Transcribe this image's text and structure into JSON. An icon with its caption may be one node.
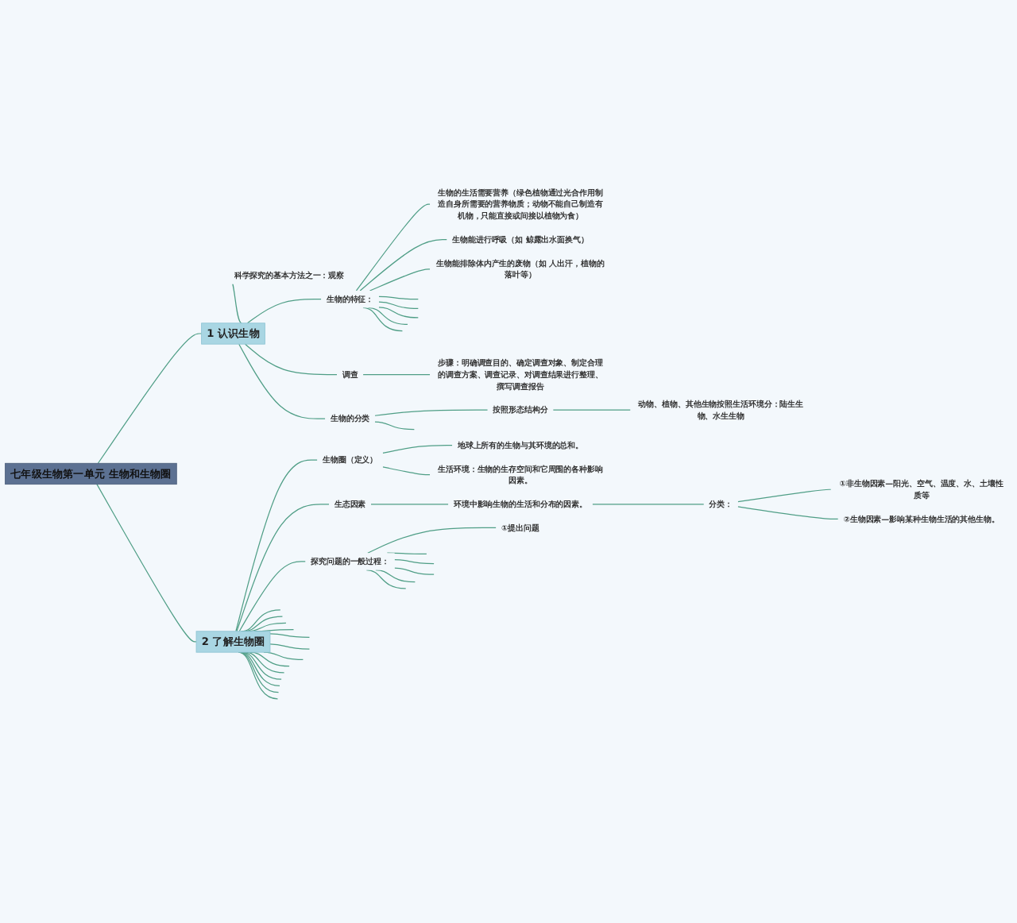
{
  "diagram": {
    "nodes": [
      {
        "text": [
          "七年级生物第一单元 生物和生物圈"
        ]
      },
      {
        "text": [
          "1 认识生物"
        ]
      },
      {
        "text": [
          "科学探究的基本方法之一：观察"
        ]
      },
      {
        "text": [
          "生物的特征："
        ]
      },
      {
        "text": [
          "生物的生活需要营养（绿色植物通过光合作用制造自身所需要的营养物质；动物不能自己制造有机物，只能直接或间接以植物为食）"
        ]
      },
      {
        "text": [
          "生物能进行呼吸（如 鲸露出水面换气）"
        ]
      },
      {
        "text": [
          "生物能排除体内产生的废物（如 人出汗，植物的落叶等）"
        ]
      },
      {
        "text": [
          "调查"
        ]
      },
      {
        "text": [
          "步骤：明确调查目的、确定调查对象、制定合理的调查方案、调查记录、对调查结果进行整理、撰写调查报告"
        ]
      },
      {
        "text": [
          "生物的分类"
        ]
      },
      {
        "text": [
          "按照形态结构分"
        ]
      },
      {
        "text": [
          "动物、植物、其他生物按照生活环境分：陆生生物、水生生物"
        ]
      },
      {
        "text": [
          "2 了解生物圈"
        ]
      },
      {
        "text": [
          "生物圈（定义）"
        ]
      },
      {
        "text": [
          "地球上所有的生物与其环境的总和。"
        ]
      },
      {
        "text": [
          "生活环境：生物的生存空间和它周围的各种影响因素。"
        ]
      },
      {
        "text": [
          "生态因素"
        ]
      },
      {
        "text": [
          "环境中影响生物的生活和分布的因素。"
        ]
      },
      {
        "text": [
          "分类："
        ]
      },
      {
        "text": [
          "①非生物因素—阳光、空气、温度、水、土壤性质等"
        ]
      },
      {
        "text": [
          "②生物因素—影响某种生物生活的其他生物。"
        ]
      },
      {
        "text": [
          "探究问题的一般过程："
        ]
      },
      {
        "text": [
          "①提出问题"
        ]
      }
    ],
    "edges": [
      {
        "from": 0,
        "to": 1,
        "arrow": "none"
      },
      {
        "from": 1,
        "to": 2,
        "arrow": "none"
      },
      {
        "from": 1,
        "to": 3,
        "arrow": "none"
      },
      {
        "from": 3,
        "to": 4,
        "arrow": "none"
      },
      {
        "from": 3,
        "to": 5,
        "arrow": "none"
      },
      {
        "from": 3,
        "to": 6,
        "arrow": "none"
      },
      {
        "from": 3,
        "to": null,
        "arrow": "none"
      },
      {
        "from": 3,
        "to": null,
        "arrow": "none"
      },
      {
        "from": 3,
        "to": null,
        "arrow": "none"
      },
      {
        "from": 3,
        "to": null,
        "arrow": "none"
      },
      {
        "from": 3,
        "to": null,
        "arrow": "none"
      },
      {
        "from": 1,
        "to": 7,
        "arrow": "none"
      },
      {
        "from": 7,
        "to": 8,
        "arrow": "none"
      },
      {
        "from": 1,
        "to": 9,
        "arrow": "none"
      },
      {
        "from": 9,
        "to": 10,
        "arrow": "none"
      },
      {
        "from": 10,
        "to": 11,
        "arrow": "none"
      },
      {
        "from": 9,
        "to": null,
        "arrow": "none"
      },
      {
        "from": 0,
        "to": 12,
        "arrow": "none"
      },
      {
        "from": 12,
        "to": 13,
        "arrow": "none"
      },
      {
        "from": 13,
        "to": 14,
        "arrow": "none"
      },
      {
        "from": 13,
        "to": 15,
        "arrow": "none"
      },
      {
        "from": 12,
        "to": 16,
        "arrow": "none"
      },
      {
        "from": 16,
        "to": 17,
        "arrow": "none"
      },
      {
        "from": 17,
        "to": 18,
        "arrow": "none"
      },
      {
        "from": 18,
        "to": 19,
        "arrow": "none"
      },
      {
        "from": 18,
        "to": 20,
        "arrow": "none"
      },
      {
        "from": 12,
        "to": 21,
        "arrow": "none"
      },
      {
        "from": 21,
        "to": 22,
        "arrow": "none"
      },
      {
        "from": 21,
        "to": null,
        "arrow": "none"
      },
      {
        "from": 21,
        "to": null,
        "arrow": "none"
      },
      {
        "from": 21,
        "to": null,
        "arrow": "none"
      },
      {
        "from": 21,
        "to": null,
        "arrow": "none"
      },
      {
        "from": 21,
        "to": null,
        "arrow": "none"
      },
      {
        "from": 12,
        "to": null,
        "arrow": "none"
      },
      {
        "from": 12,
        "to": null,
        "arrow": "none"
      },
      {
        "from": 12,
        "to": null,
        "arrow": "none"
      },
      {
        "from": 12,
        "to": null,
        "arrow": "none"
      },
      {
        "from": 12,
        "to": null,
        "arrow": "none"
      },
      {
        "from": 12,
        "to": null,
        "arrow": "none"
      },
      {
        "from": 12,
        "to": null,
        "arrow": "none"
      },
      {
        "from": 12,
        "to": null,
        "arrow": "none"
      },
      {
        "from": 12,
        "to": null,
        "arrow": "none"
      },
      {
        "from": 12,
        "to": null,
        "arrow": "none"
      },
      {
        "from": 12,
        "to": null,
        "arrow": "none"
      },
      {
        "from": 12,
        "to": null,
        "arrow": "none"
      },
      {
        "from": 12,
        "to": null,
        "arrow": "none"
      }
    ]
  }
}
